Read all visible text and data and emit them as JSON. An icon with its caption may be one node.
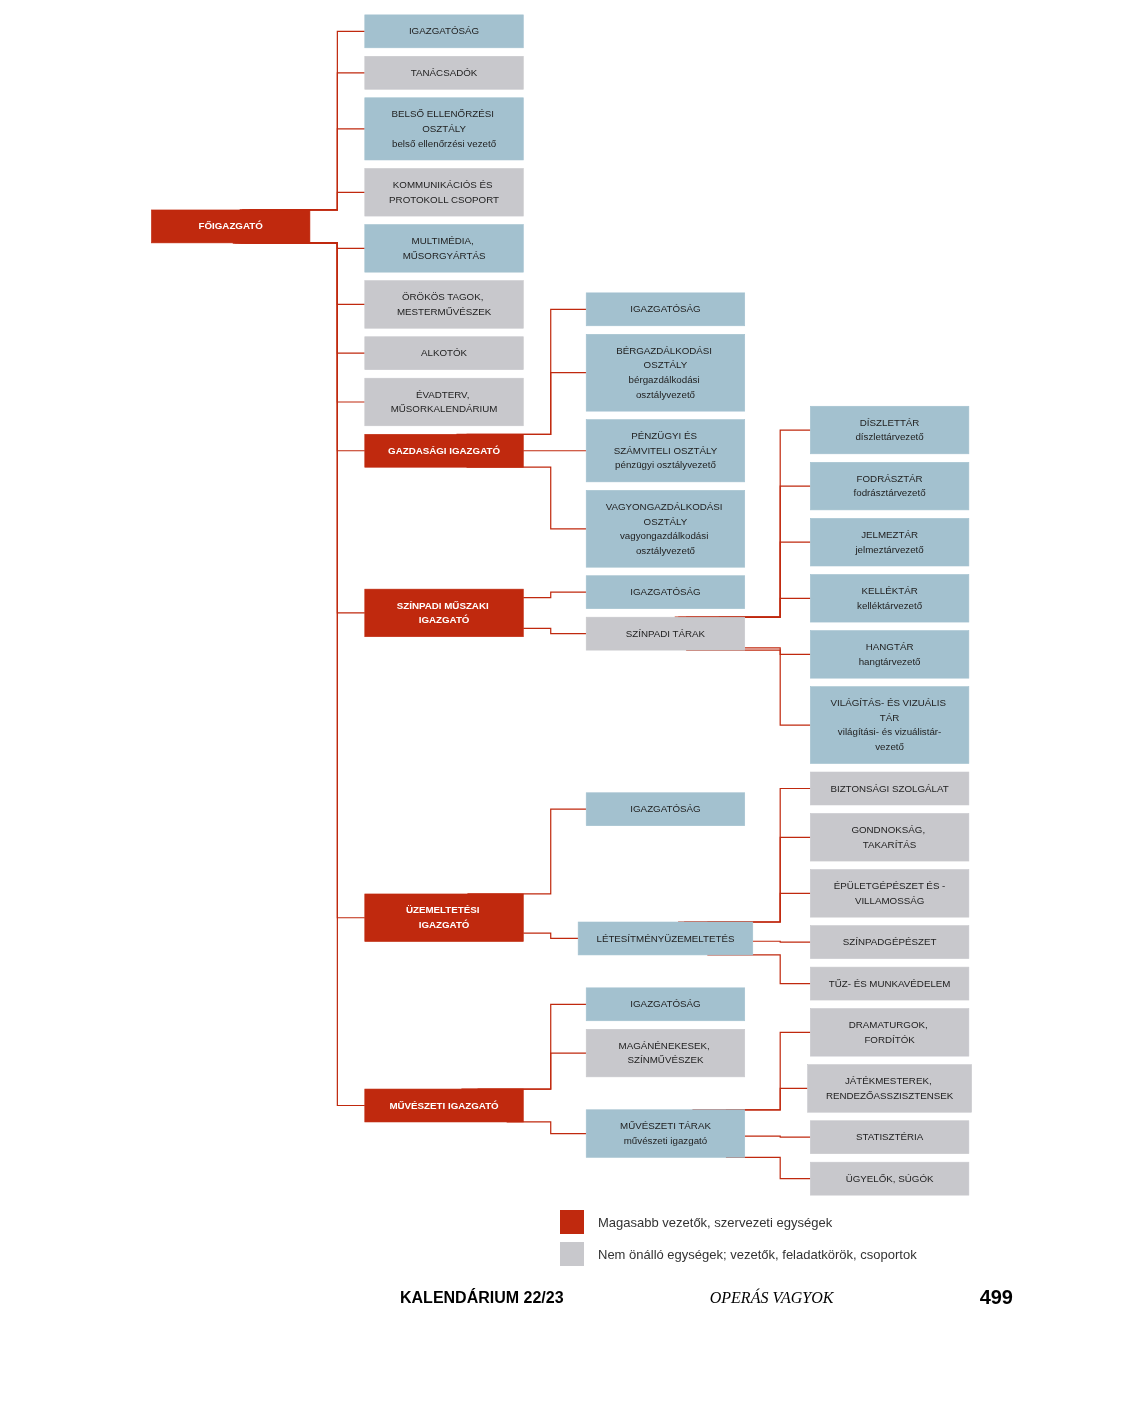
{
  "diagram": {
    "nodes": [
      {
        "text": [
          "FŐIGAZGATÓ"
        ]
      },
      {
        "text": [
          "IGAZGATÓSÁG"
        ]
      },
      {
        "text": [
          "TANÁCSADÓK"
        ]
      },
      {
        "text": [
          "BELSŐ ELLENŐRZÉSI OSZTÁLY",
          "belső ellenőrzési vezető"
        ]
      },
      {
        "text": [
          "KOMMUNIKÁCIÓS ÉS PROTOKOLL CSOPORT"
        ]
      },
      {
        "text": [
          "MULTIMÉDIA, MŰSORGYÁRTÁS"
        ]
      },
      {
        "text": [
          "ÖRÖKÖS TAGOK, MESTERMŰVÉSZEK"
        ]
      },
      {
        "text": [
          "ALKOTÓK"
        ]
      },
      {
        "text": [
          "ÉVADTERV, MŰSORKALENDÁRIUM"
        ]
      },
      {
        "text": [
          "GAZDASÁGI IGAZGATÓ"
        ]
      },
      {
        "text": [
          "SZÍNPADI MŰSZAKI IGAZGATÓ"
        ]
      },
      {
        "text": [
          "ÜZEMELTETÉSI IGAZGATÓ"
        ]
      },
      {
        "text": [
          "MŰVÉSZETI IGAZGATÓ"
        ]
      },
      {
        "text": [
          "IGAZGATÓSÁG"
        ]
      },
      {
        "text": [
          "BÉRGAZDÁLKODÁSI OSZTÁLY",
          "bérgazdálkodási osztályvezető"
        ]
      },
      {
        "text": [
          "PÉNZÜGYI ÉS SZÁMVITELI OSZTÁLY",
          "pénzügyi osztályvezető"
        ]
      },
      {
        "text": [
          "VAGYONGAZDÁLKODÁSI OSZTÁLY",
          "vagyongazdálkodási osztályvezető"
        ]
      },
      {
        "text": [
          "IGAZGATÓSÁG"
        ]
      },
      {
        "text": [
          "SZÍNPADI TÁRAK"
        ]
      },
      {
        "text": [
          "DÍSZLETTÁR",
          "díszlettárvezető"
        ]
      },
      {
        "text": [
          "FODRÁSZTÁR",
          "fodrásztárvezető"
        ]
      },
      {
        "text": [
          "JELMEZTÁR",
          "jelmeztárvezető"
        ]
      },
      {
        "text": [
          "KELLÉKTÁR",
          "kelléktárvezető"
        ]
      },
      {
        "text": [
          "HANGTÁR",
          "hangtárvezető"
        ]
      },
      {
        "text": [
          "VILÁGÍTÁS- ÉS VIZUÁLIS TÁR",
          "világítási- és vizuálistár-vezető"
        ]
      },
      {
        "text": [
          "IGAZGATÓSÁG"
        ]
      },
      {
        "text": [
          "LÉTESÍTMÉNYÜZEMELTETÉS"
        ]
      },
      {
        "text": [
          "BIZTONSÁGI SZOLGÁLAT"
        ]
      },
      {
        "text": [
          "GONDNOKSÁG, TAKARÍTÁS"
        ]
      },
      {
        "text": [
          "ÉPÜLETGÉPÉSZET ÉS -VILLAMOSSÁG"
        ]
      },
      {
        "text": [
          "SZÍNPADGÉPÉSZET"
        ]
      },
      {
        "text": [
          "TŰZ- ÉS MUNKAVÉDELEM"
        ]
      },
      {
        "text": [
          "IGAZGATÓSÁG"
        ]
      },
      {
        "text": [
          "MAGÁNÉNEKESEK, SZÍNMŰVÉSZEK"
        ]
      },
      {
        "text": [
          "MŰVÉSZETI TÁRAK",
          "művészeti igazgató"
        ]
      },
      {
        "text": [
          "DRAMATURGOK, FORDÍTÓK"
        ]
      },
      {
        "text": [
          "JÁTÉKMESTEREK, RENDEZŐASSZISZTENSEK"
        ]
      },
      {
        "text": [
          "STATISZTÉRIA"
        ]
      },
      {
        "text": [
          "ÜGYELŐK, SÚGÓK"
        ]
      }
    ],
    "edges": [
      {
        "from": 0,
        "to": 1,
        "arrow": "none"
      },
      {
        "from": 0,
        "to": 2,
        "arrow": "none"
      },
      {
        "from": 0,
        "to": 3,
        "arrow": "none"
      },
      {
        "from": 0,
        "to": 4,
        "arrow": "none"
      },
      {
        "from": 0,
        "to": 5,
        "arrow": "none"
      },
      {
        "from": 0,
        "to": 6,
        "arrow": "none"
      },
      {
        "from": 0,
        "to": 7,
        "arrow": "none"
      },
      {
        "from": 0,
        "to": 8,
        "arrow": "none"
      },
      {
        "from": 0,
        "to": 9,
        "arrow": "none"
      },
      {
        "from": 0,
        "to": 10,
        "arrow": "none"
      },
      {
        "from": 0,
        "to": 11,
        "arrow": "none"
      },
      {
        "from": 0,
        "to": 12,
        "arrow": "none"
      },
      {
        "from": 9,
        "to": 13,
        "arrow": "none"
      },
      {
        "from": 9,
        "to": 14,
        "arrow": "none"
      },
      {
        "from": 9,
        "to": 15,
        "arrow": "none"
      },
      {
        "from": 9,
        "to": 16,
        "arrow": "none"
      },
      {
        "from": 10,
        "to": 17,
        "arrow": "none"
      },
      {
        "from": 10,
        "to": 18,
        "arrow": "none"
      },
      {
        "from": 18,
        "to": 19,
        "arrow": "none"
      },
      {
        "from": 18,
        "to": 20,
        "arrow": "none"
      },
      {
        "from": 18,
        "to": 21,
        "arrow": "none"
      },
      {
        "from": 18,
        "to": 22,
        "arrow": "none"
      },
      {
        "from": 18,
        "to": 23,
        "arrow": "none"
      },
      {
        "from": 18,
        "to": 24,
        "arrow": "none"
      },
      {
        "from": 11,
        "to": 25,
        "arrow": "none"
      },
      {
        "from": 11,
        "to": 26,
        "arrow": "none"
      },
      {
        "from": 26,
        "to": 27,
        "arrow": "none"
      },
      {
        "from": 26,
        "to": 28,
        "arrow": "none"
      },
      {
        "from": 26,
        "to": 29,
        "arrow": "none"
      },
      {
        "from": 26,
        "to": 30,
        "arrow": "none"
      },
      {
        "from": 26,
        "to": 31,
        "arrow": "none"
      },
      {
        "from": 12,
        "to": 32,
        "arrow": "none"
      },
      {
        "from": 12,
        "to": 33,
        "arrow": "none"
      },
      {
        "from": 12,
        "to": 34,
        "arrow": "none"
      },
      {
        "from": 34,
        "to": 35,
        "arrow": "none"
      },
      {
        "from": 34,
        "to": 36,
        "arrow": "none"
      },
      {
        "from": 34,
        "to": 37,
        "arrow": "none"
      },
      {
        "from": 34,
        "to": 38,
        "arrow": "none"
      }
    ],
    "labels": [
      "KALENDÁRIUM 22/23",
      "OPERÁS VAGYOK",
      "499"
    ],
    "legend": [
      {
        "text": "Magasabb vezetők, szervezeti egységek",
        "color": "#c0290e"
      },
      {
        "text": "Nem önálló egységek; vezetők, feladatkörök, csoportok",
        "color": "#c8c8cc"
      }
    ]
  }
}
